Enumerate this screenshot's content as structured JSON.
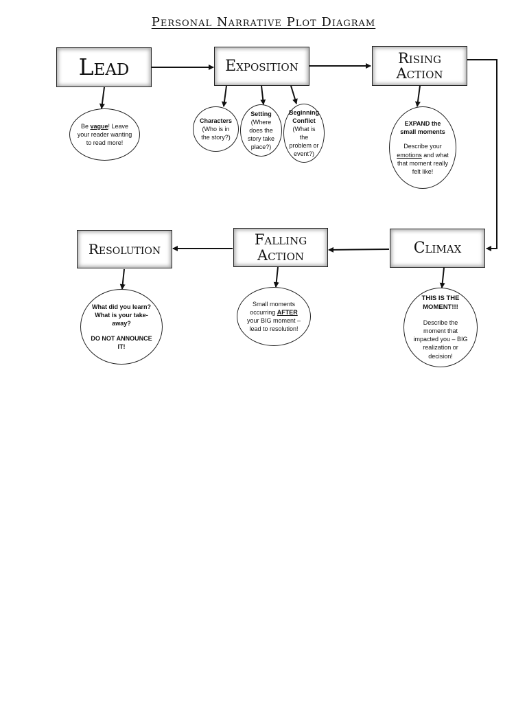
{
  "title": "Personal Narrative Plot Diagram",
  "boxes": {
    "lead": "Lead",
    "exposition": "Exposition",
    "rising_action": [
      "Rising",
      "Action"
    ],
    "climax": "Climax",
    "falling_action": [
      "Falling",
      "Action"
    ],
    "resolution": "Resolution"
  },
  "ovals": {
    "lead_note": {
      "pre": "Be ",
      "emph": "vague",
      "post": "! Leave your reader wanting to read more!"
    },
    "characters": {
      "head": "Characters",
      "body": "(Who is in the story?)"
    },
    "setting": {
      "head": "Setting",
      "body": "(Where does the story take place?)"
    },
    "conflict": {
      "head": "Beginning Conflict",
      "body": "(What is the problem or event?)"
    },
    "rising_note": {
      "head": "EXPAND the small moments",
      "pre": "Describe your ",
      "emph": "emotions",
      "post": " and what that moment really felt like!"
    },
    "climax_note": {
      "head": "THIS IS THE MOMENT!!!",
      "body": "Describe the moment that impacted you – BIG realization or decision!"
    },
    "falling_note": {
      "pre": "Small moments occurring ",
      "emph": "AFTER",
      "post": " your BIG moment – lead to resolution!"
    },
    "resolution_note": {
      "head": "What did you learn? What is your take-away?",
      "warn": "DO NOT ANNOUNCE IT!"
    }
  }
}
